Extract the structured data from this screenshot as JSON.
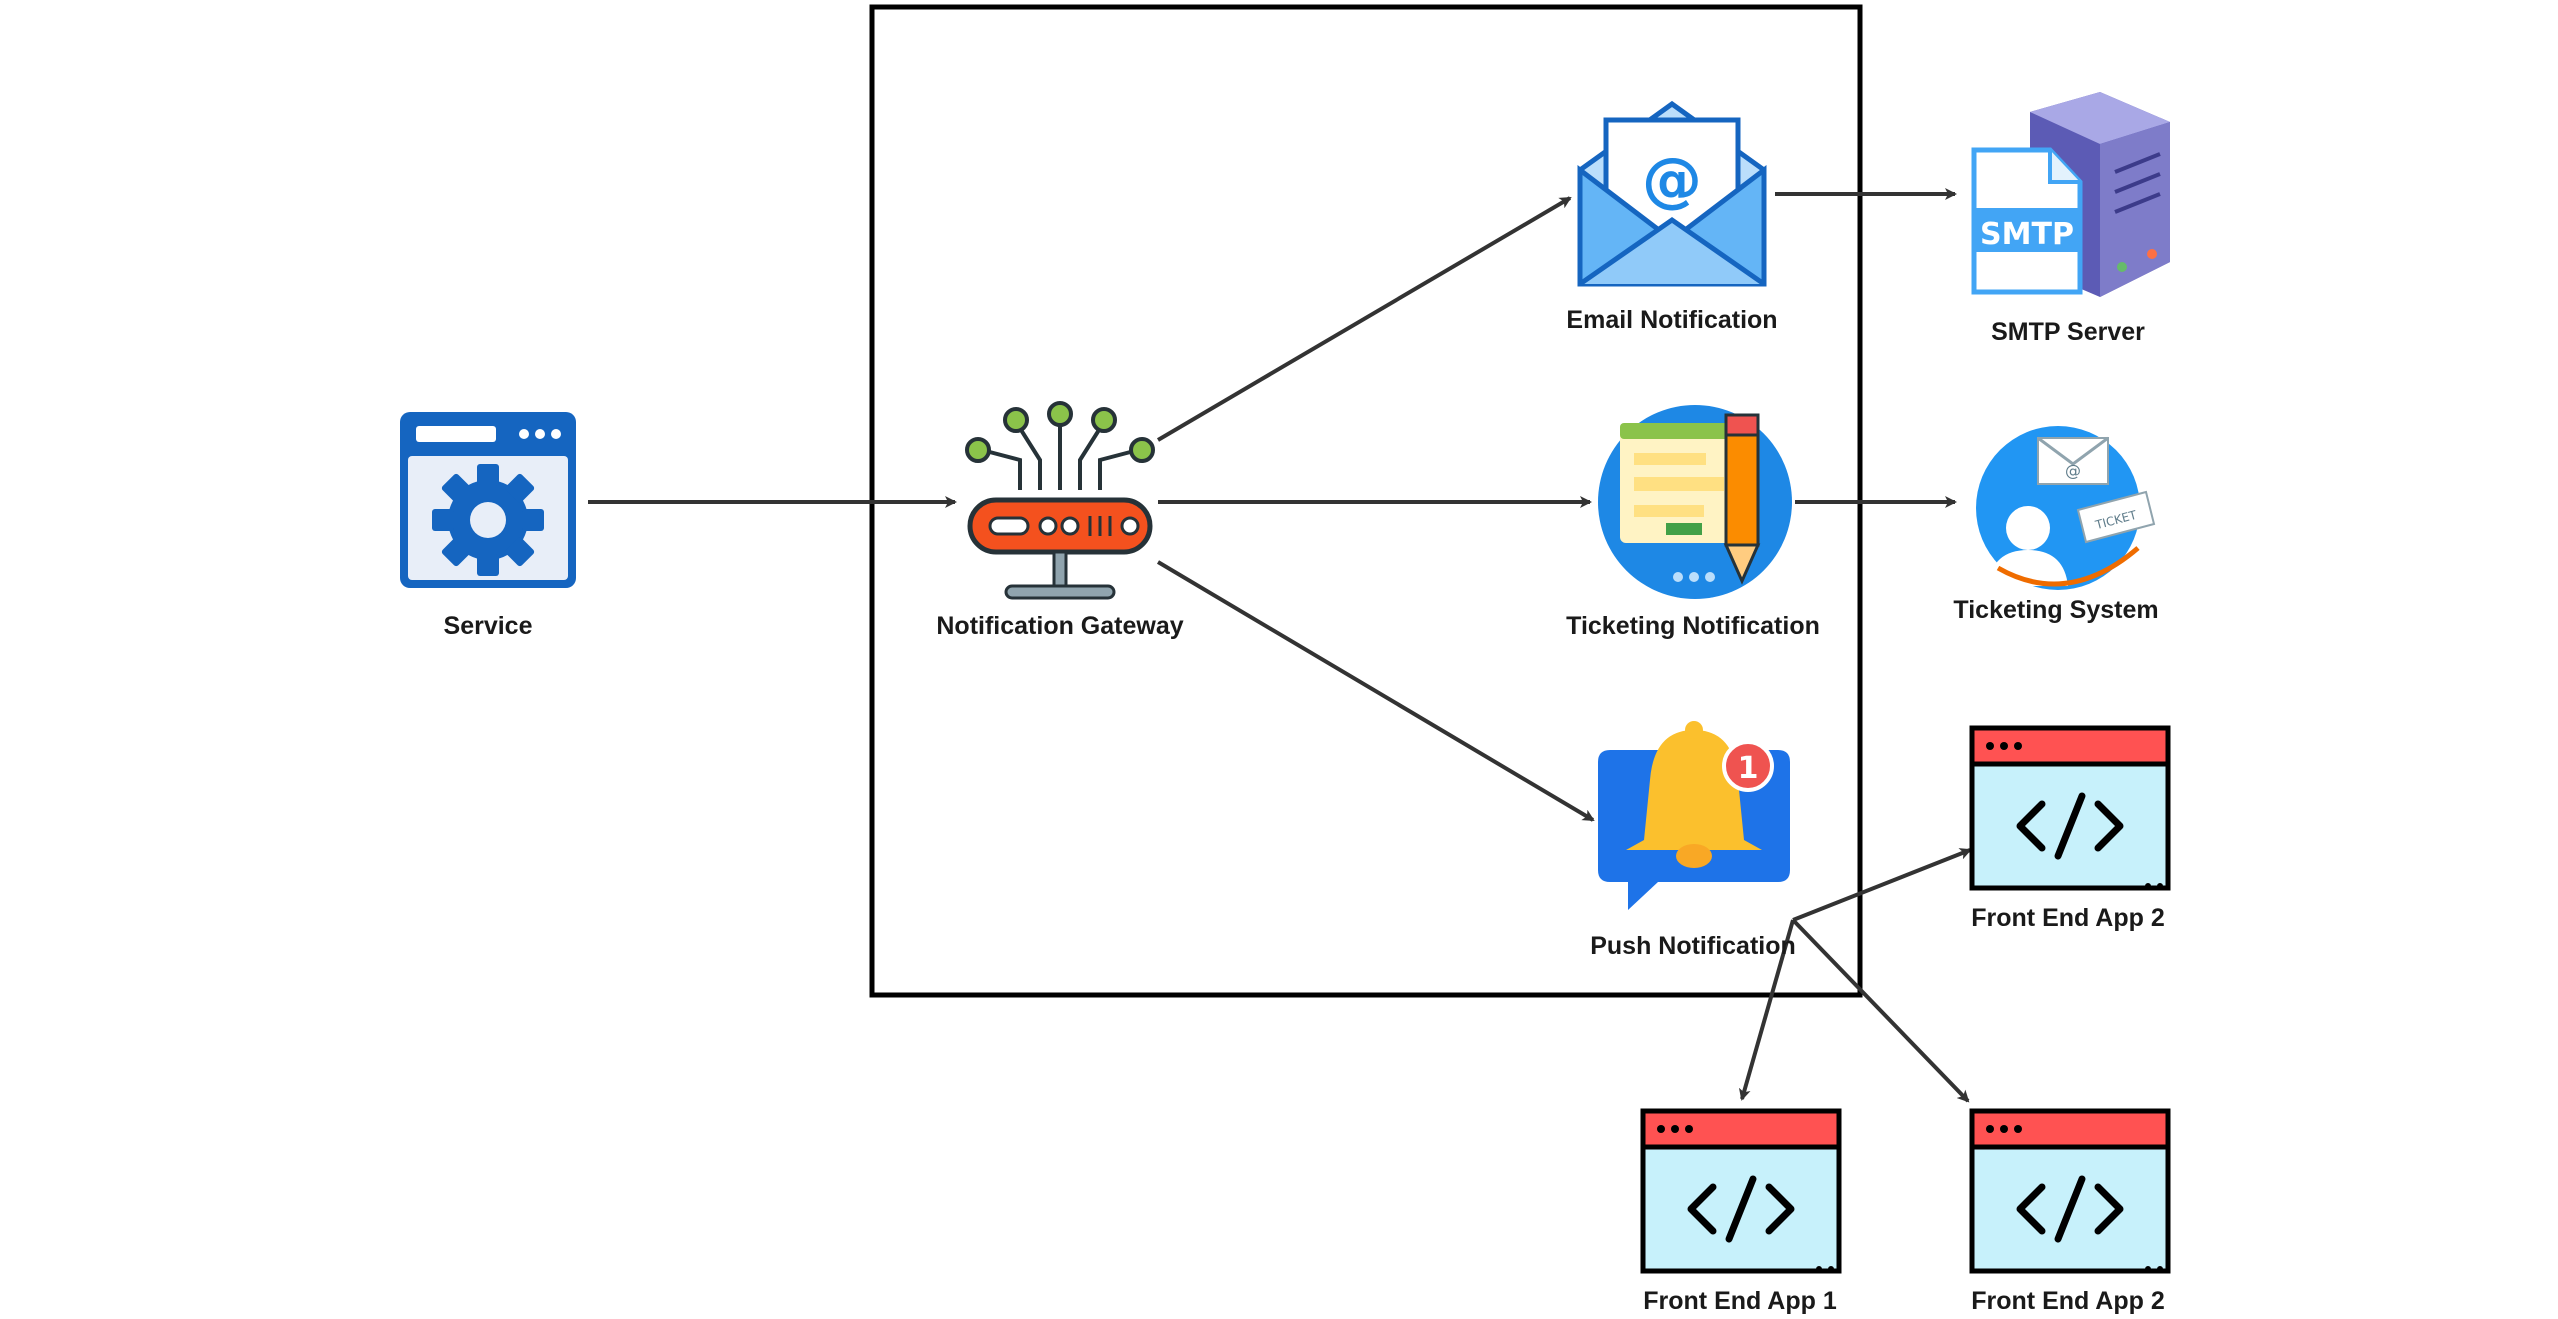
{
  "nodes": {
    "service": {
      "label": "Service",
      "icon": "settings-window-icon"
    },
    "gateway": {
      "label": "Notification Gateway",
      "icon": "router-hub-icon"
    },
    "email": {
      "label": "Email Notification",
      "icon": "envelope-at-icon"
    },
    "ticketing": {
      "label": "Ticketing Notification",
      "icon": "ticket-board-icon"
    },
    "push": {
      "label": "Push Notification",
      "icon": "bell-notification-icon",
      "badge": "1"
    },
    "smtp": {
      "label": "SMTP Server",
      "icon": "smtp-server-icon",
      "doc_text": "SMTP"
    },
    "ticket_system": {
      "label": "Ticketing System",
      "icon": "ticket-user-icon",
      "ticket_text": "TICKET"
    },
    "frontend_top": {
      "label": "Front End App 2",
      "icon": "code-window-icon"
    },
    "frontend_bottom_left": {
      "label": "Front End App 1",
      "icon": "code-window-icon"
    },
    "frontend_bottom_right": {
      "label": "Front End App 2",
      "icon": "code-window-icon"
    }
  },
  "colors": {
    "arrow": "#333333",
    "frame": "#000000",
    "blue_primary": "#1565c0",
    "blue_light": "#42a5f5",
    "router_red": "#f4511e",
    "circuit_green": "#8bc34a",
    "code_header_red": "#ff5252",
    "code_body_cyan": "#c7f1fb",
    "bell_yellow": "#fbc02d",
    "badge_red": "#ef5350",
    "server_purple": "#7e7cc9"
  }
}
